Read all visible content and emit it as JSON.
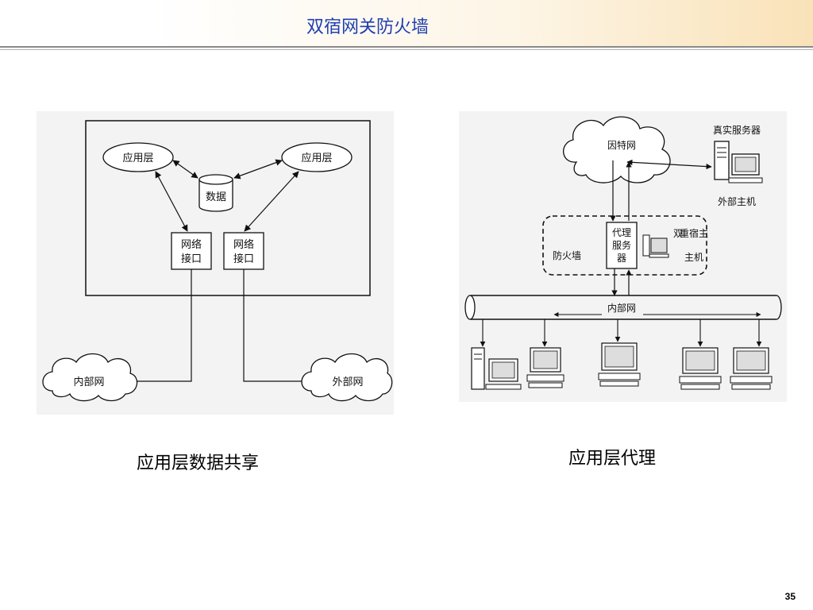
{
  "slide": {
    "title": "双宿网关防火墙",
    "page_number": "35"
  },
  "left_diagram": {
    "caption": "应用层数据共享",
    "app_layer_left": "应用层",
    "app_layer_right": "应用层",
    "data_store": "数据",
    "net_if_left_line1": "网络",
    "net_if_left_line2": "接口",
    "net_if_right_line1": "网络",
    "net_if_right_line2": "接口",
    "internal_net": "内部网",
    "external_net": "外部网"
  },
  "right_diagram": {
    "caption": "应用层代理",
    "internet": "因特网",
    "real_server": "真实服务器",
    "external_host": "外部主机",
    "firewall": "防火墙",
    "proxy_line1": "代理",
    "proxy_line2": "服务",
    "proxy_line3": "器",
    "dual_host_col1": "双",
    "dual_host_col2": "重宿主",
    "dual_host_col3": "主机",
    "internal_net": "内部网"
  }
}
